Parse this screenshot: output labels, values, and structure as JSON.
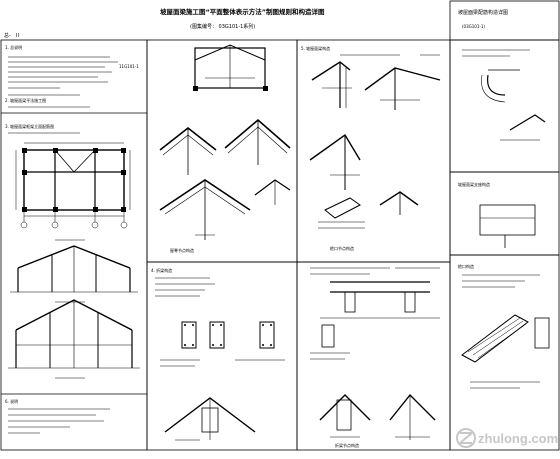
{
  "drawing": {
    "title": "坡屋面梁施工图“平面整体表示方法”制图规则和构造详图",
    "subtitle": "(图集编号：  03G101-1系列)",
    "side_title": "坡屋面梁配筋构造详图",
    "side_subtitle": "(03G101-1)",
    "corner_label_a": "总-",
    "corner_label_b": "II",
    "upper_notes_label": "1. 总说明",
    "note_number": "11G101-1",
    "mid_notes_label": "2. 坡屋面梁平法施工图",
    "frame_label": "3. 坡屋面梁框架立面配筋图",
    "section_4_label": "4. 折梁构造",
    "section_5_label": "5. 坡屋面梁构造",
    "lower_notes_label": "6. 说明",
    "detail_1": "屋脊节点构造",
    "detail_2": "檐口节点构造",
    "detail_3": "折梁节点构造",
    "right_label_1": "坡屋面梁支座构造",
    "right_label_2": "檐口构造",
    "watermark_text": "zhulong.com"
  },
  "colors": {
    "line": "#000000",
    "paper": "#ffffff",
    "watermark": "#c7c7c7"
  }
}
